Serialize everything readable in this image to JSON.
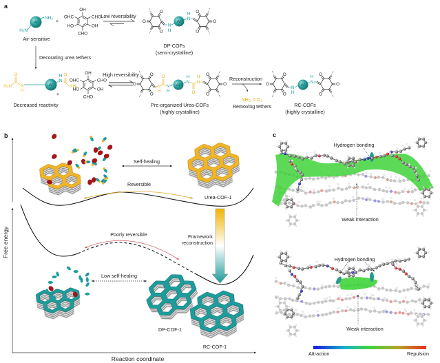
{
  "panels": {
    "a": "a",
    "b": "b",
    "c": "c"
  },
  "panel_a": {
    "plus": "+",
    "amine_label": "Air-sensitive",
    "arrow_low": "Low reversibility",
    "dp_cofs": "DP-COFs",
    "dp_cofs_sub": "(semi-crystalline)",
    "decorating": "Decorating urea tethers",
    "decreased": "Decreased reactivity",
    "arrow_high": "High reversibility",
    "preorg": "Pre-organized Urea-COFs",
    "preorg_sub": "(highly crystalline)",
    "reconstruction": "Reconstruction",
    "byproducts": "NH₃, CO₂",
    "removing": "Removing tethers",
    "rc_cofs": "RC-COFs",
    "rc_cofs_sub": "(highly crystalline)"
  },
  "chem": {
    "ar": "Ar",
    "nh2": "NH₂",
    "h2n": "H₂N",
    "oh": "OH",
    "ho": "HO",
    "cho": "CHO",
    "ohc": "OHC",
    "o": "O",
    "n": "N",
    "h": "H"
  },
  "panel_b": {
    "y_axis": "Free energy",
    "x_axis": "Reaction coordinate",
    "self_healing": "Self-healing",
    "reversible": "Reversible",
    "urea_cof": "Urea-COF-1",
    "poorly_reversible": "Poorly reversible",
    "framework": "Framework",
    "reconstruction": "reconstruction",
    "low_self_healing": "Low self-healing",
    "dp_cof": "DP-COF-1",
    "rc_cof": "RC-COF-1"
  },
  "panel_c": {
    "hbond_top": "Hydrogen bonding",
    "weak_top": "Weak interaction",
    "hbond_bottom": "Hydrogen bonding",
    "weak_bottom": "Weak interaction",
    "attraction": "Attraction",
    "repulsion": "Repulsion"
  },
  "colors": {
    "teal": "#1e9c9c",
    "yellow": "#efb52a",
    "red": "#a3161a",
    "green": "#3fd43a",
    "attraction": "#1a1ae0",
    "repulsion": "#e8301e"
  }
}
